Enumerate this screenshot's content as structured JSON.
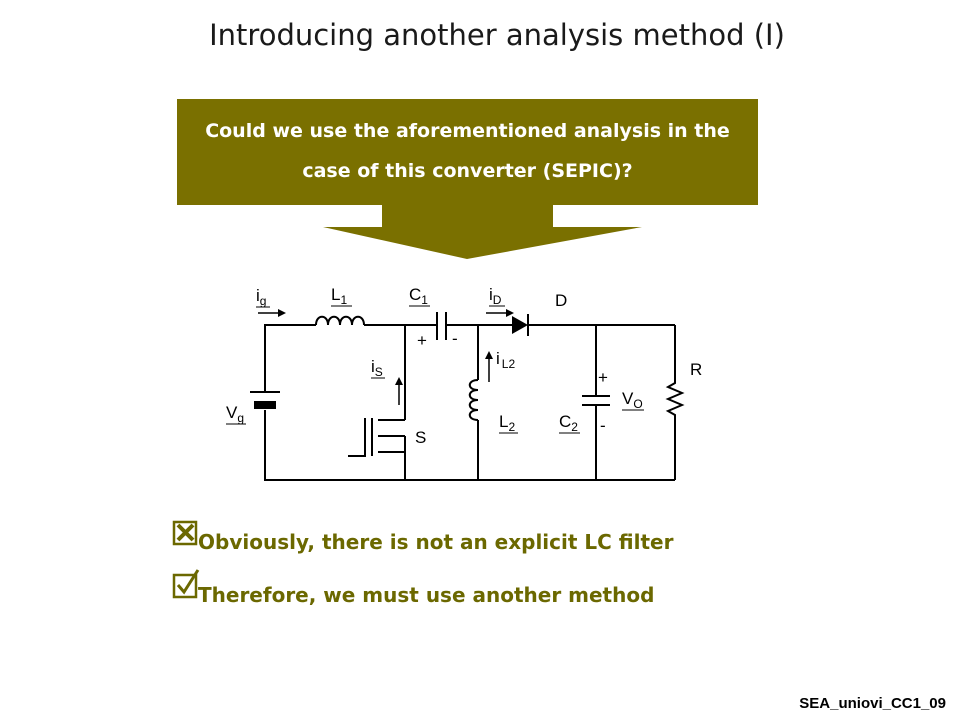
{
  "slide": {
    "title": "Introducing another analysis method (I)",
    "banner_line1": "Could we use the aforementioned analysis in the",
    "banner_line2": "case of this converter (SEPIC)?",
    "accent_color": "#7a7000",
    "bullet_color": "#6b6800",
    "footer": "SEA_uniovi_CC1_09"
  },
  "circuit": {
    "i": "i",
    "L": "L",
    "C": "C",
    "V": "V",
    "ig_sub": "g",
    "L1_sub": "1",
    "C1_sub": "1",
    "iD_sub": "D",
    "D": "D",
    "plus": "+",
    "minus": "-",
    "iL2_sub": "L2",
    "iS_sub": "S",
    "R": "R",
    "VO_sub": "O",
    "Vg_sub": "g",
    "L2_sub": "2",
    "C2_sub": "2",
    "S": "S"
  },
  "bullets": [
    {
      "icon": "cross-checkbox-icon",
      "text": "Obviously, there is not an explicit LC filter"
    },
    {
      "icon": "checked-checkbox-icon",
      "text": "Therefore, we must use another method"
    }
  ]
}
